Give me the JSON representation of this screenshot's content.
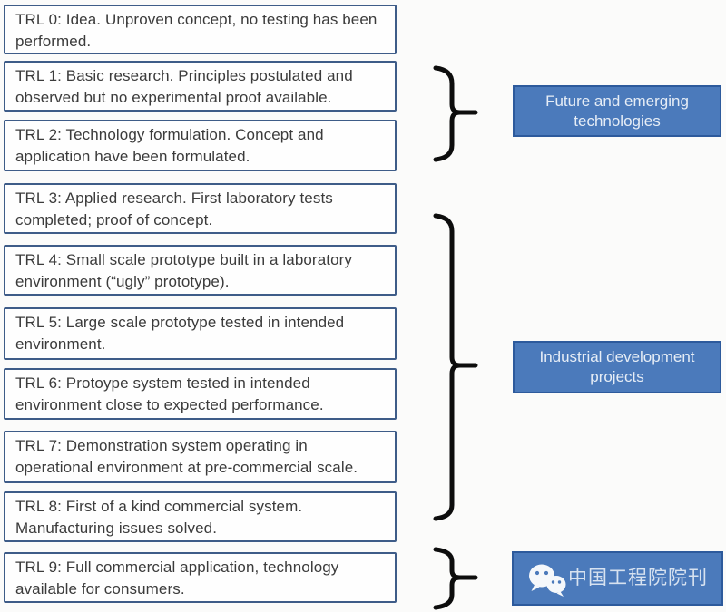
{
  "diagram": {
    "type": "trl-ladder",
    "background": "#fbfbfa"
  },
  "trl_boxes": [
    {
      "text": "TRL 0: Idea. Unproven concept, no testing has been performed."
    },
    {
      "text": "TRL 1: Basic research. Principles postulated and observed but no experimental proof available."
    },
    {
      "text": "TRL 2: Technology formulation. Concept and application have been formulated."
    },
    {
      "text": "TRL 3: Applied research. First laboratory tests completed; proof of concept."
    },
    {
      "text": "TRL 4: Small scale prototype built in a laboratory environment (“ugly” prototype)."
    },
    {
      "text": "TRL 5: Large scale prototype tested in intended environment."
    },
    {
      "text": "TRL 6: Protoype system tested in intended environment close to expected performance."
    },
    {
      "text": "TRL 7: Demonstration system operating in operational environment at pre-commercial scale."
    },
    {
      "text": "TRL 8: First of a kind commercial system. Manufacturing issues solved."
    },
    {
      "text": "TRL 9: Full commercial application, technology available for consumers."
    }
  ],
  "groups": [
    {
      "label": "Future and emerging technologies",
      "spans": "TRL 1–2"
    },
    {
      "label": "Industrial development projects",
      "spans": "TRL 3–8"
    },
    {
      "label": "",
      "spans": "TRL 9"
    }
  ],
  "watermark": {
    "icon": "wechat-icon",
    "text": "中国工程院院刊"
  },
  "colors": {
    "trl_box_border": "#3e5c88",
    "trl_box_fill": "#fefefe",
    "trl_text": "#3b3b3b",
    "brace": "#0d0d0d",
    "accent_fill": "#4b7abb",
    "accent_border": "#2d5a9c",
    "accent_text": "#e6edf6",
    "background": "#fbfbfa"
  }
}
